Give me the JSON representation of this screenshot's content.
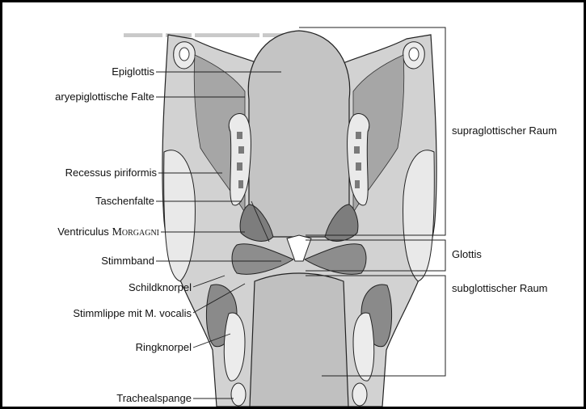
{
  "labels": {
    "epiglottis": "Epiglottis",
    "aryepiglottische_falte": "aryepiglottische Falte",
    "recessus_piriformis": "Recessus piriformis",
    "taschenfalte": "Taschenfalte",
    "ventriculus_prefix": "Ventriculus",
    "ventriculus_name": "Morgagni",
    "stimmband": "Stimmband",
    "schildknorpel": "Schildknorpel",
    "stimmlippe": "Stimmlippe mit M. vocalis",
    "ringknorpel": "Ringknorpel",
    "trachealspange": "Trachealspange",
    "supraglottischer_raum": "supraglottischer Raum",
    "glottis": "Glottis",
    "subglottischer_raum": "subglottischer Raum"
  },
  "colors": {
    "tissue": "#cfcfcf",
    "dark_tissue": "#8c8c8c",
    "cartilage": "#e6e6e6",
    "lumen": "#bdbdbd",
    "outline": "#222222"
  }
}
